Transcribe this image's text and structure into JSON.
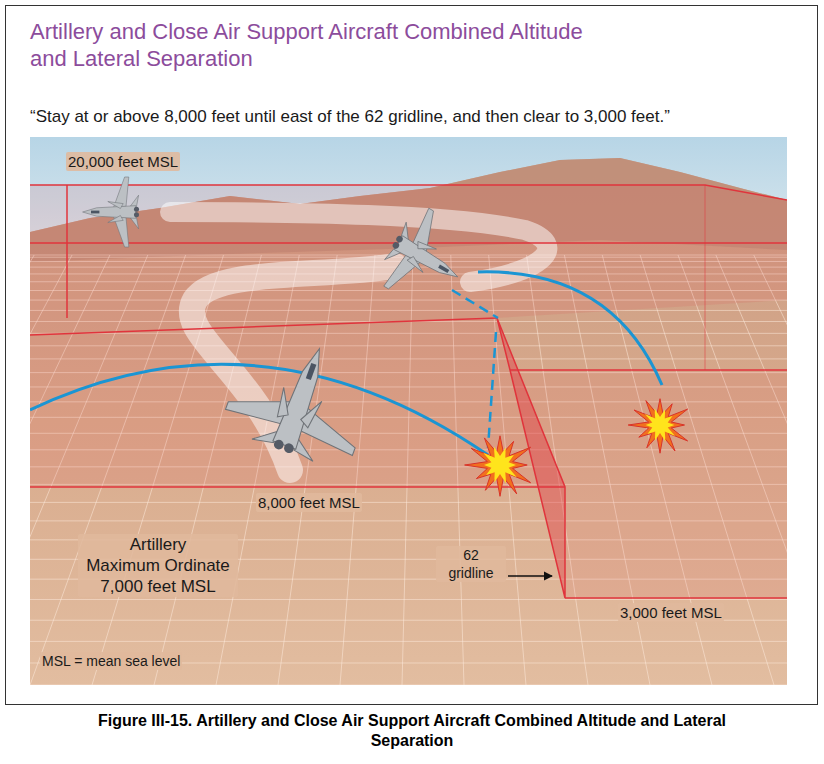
{
  "diagram": {
    "title": "Artillery and Close Air Support Aircraft Combined Altitude and Lateral Separation",
    "caption": "Figure III-15. Artillery and Close Air Support Aircraft Combined Altitude and Lateral Separation",
    "labels": [
      "“Stay at or above 8,000 feet until east of the 62 gridline, and then clear to 3,000 feet.”",
      "20,000 feet MSL",
      "8,000 feet MSL",
      "Artillery Maximum Ordinate 7,000 feet MSL",
      "62 gridline",
      "3,000 feet MSL",
      "MSL = mean sea level"
    ]
  }
}
